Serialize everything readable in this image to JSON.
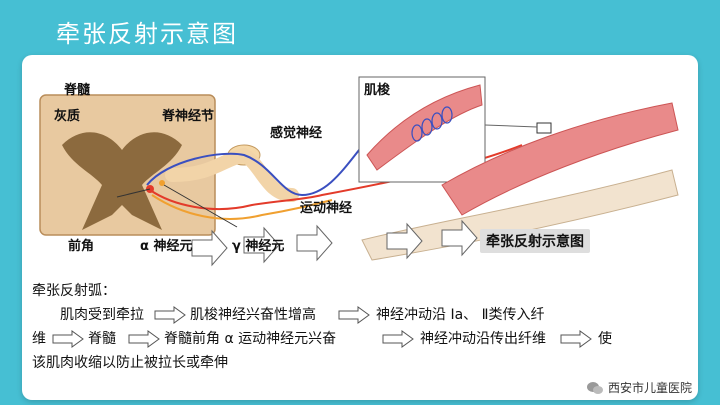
{
  "slide": {
    "title": "牵张反射示意图"
  },
  "diagram": {
    "labels": {
      "spinal_cord": "脊髓",
      "gray_matter": "灰质",
      "spinal_ganglion": "脊神经节",
      "muscle_spindle": "肌梭",
      "sensory_nerve": "感觉神经",
      "motor_nerve": "运动神经",
      "anterior_horn": "前角",
      "alpha_neuron": "α 神经元",
      "gamma_neuron": "γ 神经元",
      "diagram_title": "牵张反射示意图"
    },
    "colors": {
      "cord_outer": "#e8c9a0",
      "gray_matter": "#8c6a3e",
      "nerve_blue": "#3a4fc0",
      "nerve_red": "#e33b2a",
      "muscle": "#e98a8a",
      "bone": "#f2e3cf"
    }
  },
  "reflex_arc": {
    "heading": "牵张反射弧：",
    "steps": [
      "肌肉受到牵拉",
      "肌梭神经兴奋性增高",
      "神经冲动沿 Ⅰa、  Ⅱ类传入纤",
      "维",
      "脊髓",
      "脊髓前角 α 运动神经元兴奋",
      "神经冲动沿传出纤维",
      "使",
      "该肌肉收缩以防止被拉长或牵伸"
    ]
  },
  "watermark": {
    "org": "西安市儿童医院"
  }
}
